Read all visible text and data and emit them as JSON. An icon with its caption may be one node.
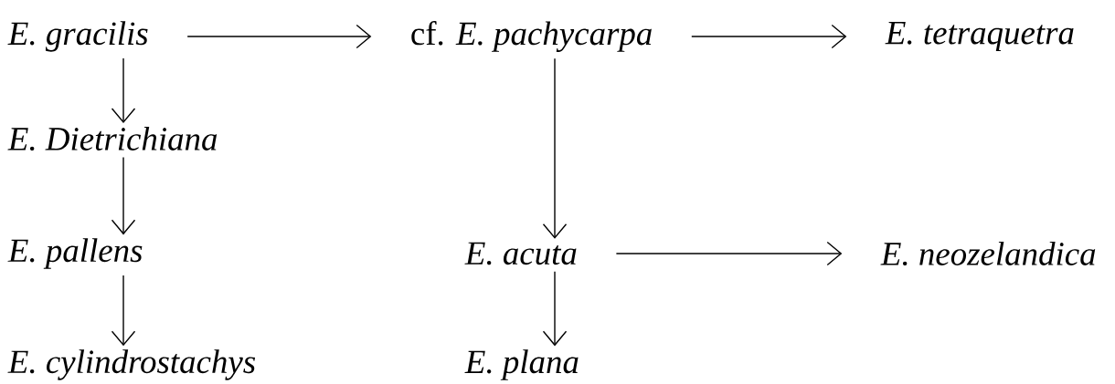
{
  "diagram": {
    "nodes": [
      {
        "text": [
          "E. gracilis"
        ]
      },
      {
        "text": [
          "cf. *E. pachycarpa*"
        ]
      },
      {
        "text": [
          "E. tetraquetra"
        ]
      },
      {
        "text": [
          "E. Dietrichiana"
        ]
      },
      {
        "text": [
          "E. pallens"
        ]
      },
      {
        "text": [
          "E. acuta"
        ]
      },
      {
        "text": [
          "E. neozelandica"
        ]
      },
      {
        "text": [
          "E. cylindrostachys"
        ]
      },
      {
        "text": [
          "E. plana"
        ]
      }
    ],
    "edges": [
      {
        "from": 0,
        "to": 1,
        "arrow": "to"
      },
      {
        "from": 1,
        "to": 2,
        "arrow": "to"
      },
      {
        "from": 0,
        "to": 3,
        "arrow": "to"
      },
      {
        "from": 3,
        "to": 4,
        "arrow": "to"
      },
      {
        "from": 4,
        "to": 7,
        "arrow": "to"
      },
      {
        "from": 1,
        "to": 5,
        "arrow": "to"
      },
      {
        "from": 5,
        "to": 6,
        "arrow": "to"
      },
      {
        "from": 5,
        "to": 8,
        "arrow": "to"
      }
    ]
  }
}
